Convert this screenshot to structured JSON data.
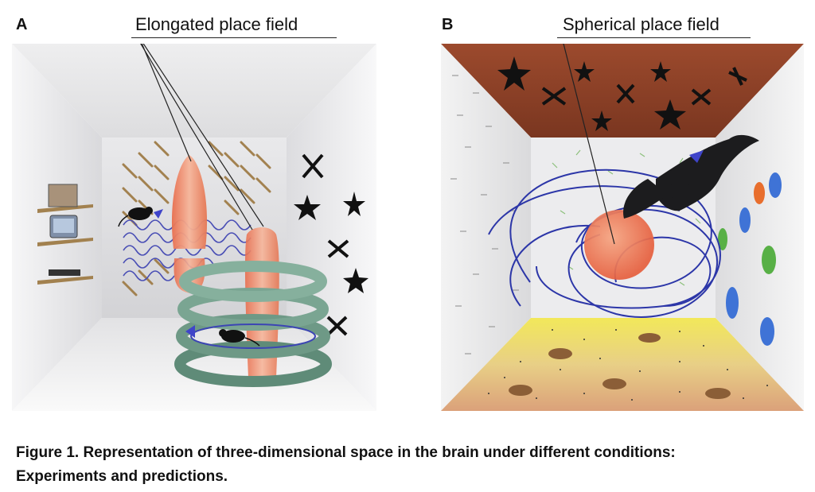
{
  "figure": {
    "panel_a": {
      "letter": "A",
      "label": "Elongated place field"
    },
    "panel_b": {
      "letter": "B",
      "label": "Spherical place field"
    },
    "caption": {
      "line1": "Figure 1.  Representation of three-dimensional space in the brain under different conditions:",
      "line2": "Experiments and predictions."
    }
  }
}
